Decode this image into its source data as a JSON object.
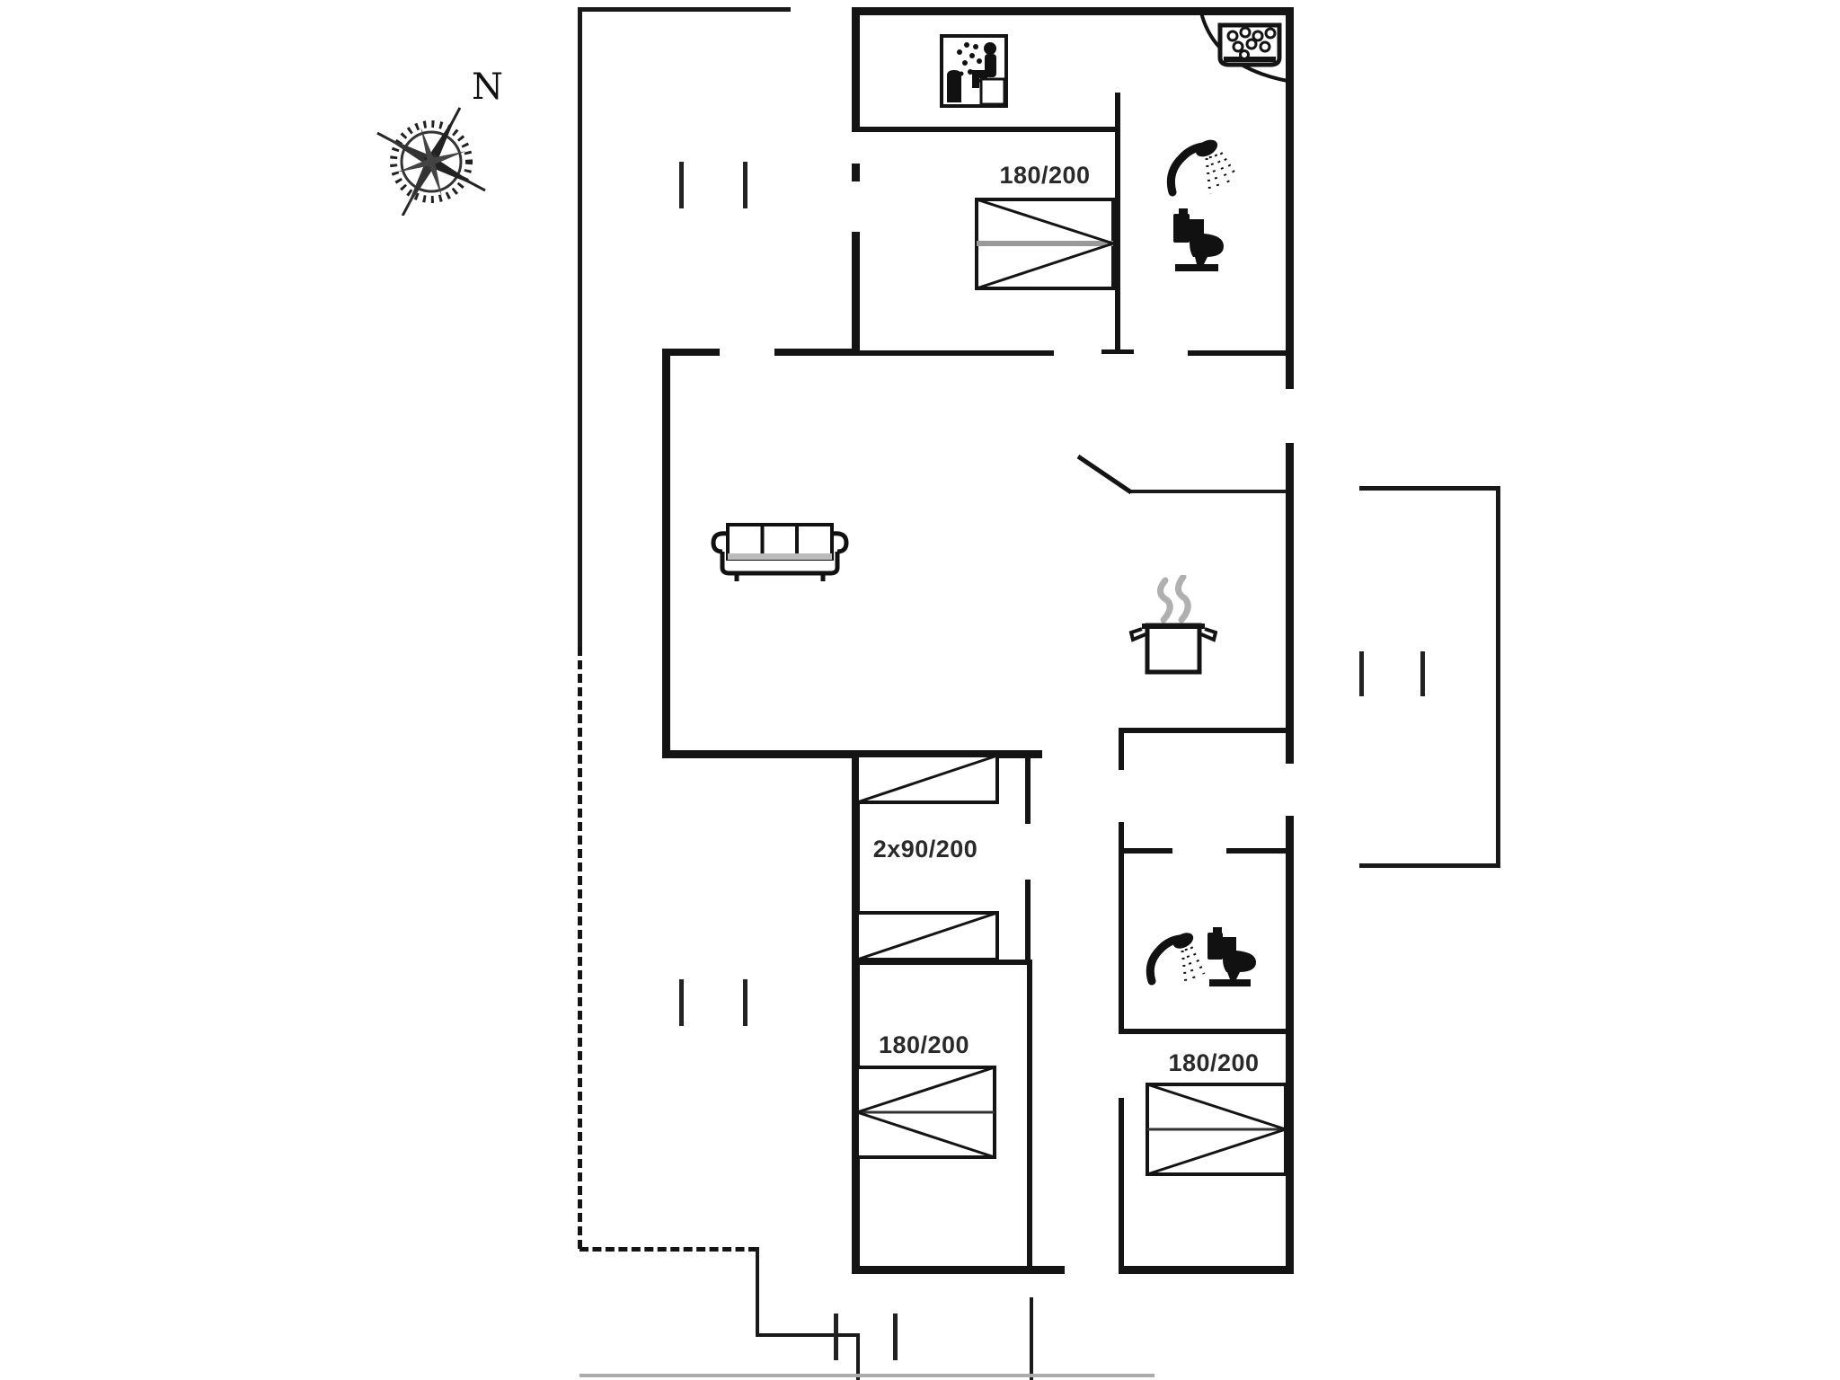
{
  "compass": {
    "label": "N",
    "icon": "compass-rose-icon"
  },
  "rooms": {
    "bedroom_top": {
      "bed_label": "180/200"
    },
    "bunk_room": {
      "bed_label": "2x90/200"
    },
    "bedroom_bottom_left": {
      "bed_label": "180/200"
    },
    "bedroom_bottom_right": {
      "bed_label": "180/200"
    }
  },
  "icons": [
    "compass-rose-icon",
    "sauna-icon",
    "whirlpool-icon",
    "shower-icon-top",
    "toilet-icon-top",
    "sofa-icon",
    "cooking-pot-icon",
    "shower-icon-bottom",
    "toilet-icon-bottom"
  ],
  "colors": {
    "wall": "#141414",
    "steam": "#b0b0b0",
    "terrace_edge": "#ababab",
    "bed_mid_line": "#999999",
    "background": "#ffffff"
  }
}
